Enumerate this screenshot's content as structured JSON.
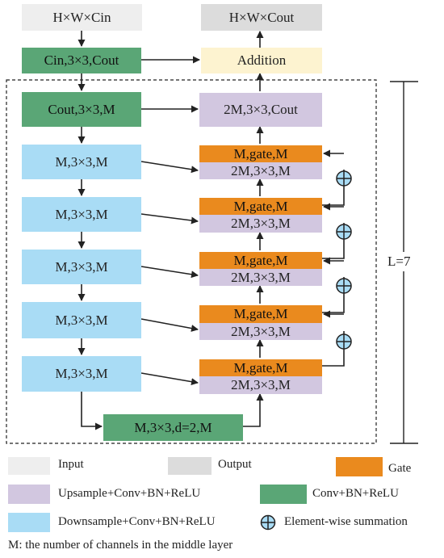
{
  "io": {
    "input": "H×W×Cin",
    "output": "H×W×Cout",
    "addition": "Addition"
  },
  "encoder": {
    "first_conv": "Cin,3×3,Cout",
    "second_conv": "Cout,3×3,M",
    "down": [
      "M,3×3,M",
      "M,3×3,M",
      "M,3×3,M",
      "M,3×3,M",
      "M,3×3,M"
    ],
    "bottleneck": "M,3×3,d=2,M"
  },
  "decoder": {
    "top": "2M,3×3,Cout",
    "gate_label": "M,gate,M",
    "up_label": "2M,3×3,M"
  },
  "depth_label": "L=7",
  "colors": {
    "input": "#eeeeee",
    "output": "#dcdcdc",
    "addition": "#fdf3d0",
    "conv": "#5aa676",
    "downsample": "#a9dcf5",
    "upsample": "#d2c7e0",
    "gate": "#ea8a1e"
  },
  "legend": {
    "input": "Input",
    "output": "Output",
    "gate": "Gate",
    "upsample": "Upsample+Conv+BN+ReLU",
    "conv": "Conv+BN+ReLU",
    "downsample": "Downsample+Conv+BN+ReLU",
    "sum": "Element-wise summation"
  },
  "note": "M: the number of channels in the middle layer"
}
